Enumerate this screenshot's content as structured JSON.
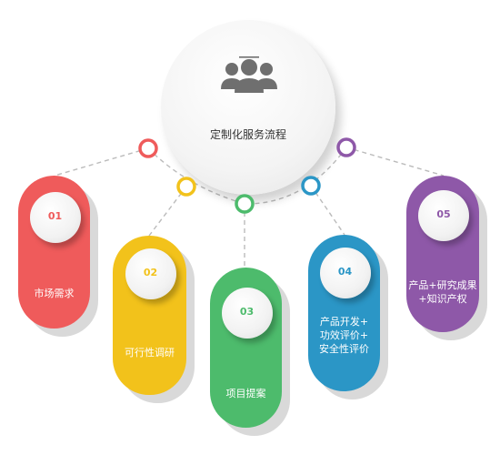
{
  "hub": {
    "title": "定制化服务流程",
    "icon": "people-group-icon",
    "icon_color": "#6f6f6f"
  },
  "connector_color": "#bbbbbb",
  "steps": [
    {
      "number": "01",
      "lines": [
        "市场需求"
      ],
      "color": "#ef5b5b"
    },
    {
      "number": "02",
      "lines": [
        "可行性调研"
      ],
      "color": "#f2c21b"
    },
    {
      "number": "03",
      "lines": [
        "项目提案"
      ],
      "color": "#4dbb6c"
    },
    {
      "number": "04",
      "lines": [
        "产品开发+",
        "功效评价+",
        "安全性评价"
      ],
      "color": "#2b96c6"
    },
    {
      "number": "05",
      "lines": [
        "产品+研究成果",
        "+知识产权"
      ],
      "color": "#8e58a8"
    }
  ]
}
